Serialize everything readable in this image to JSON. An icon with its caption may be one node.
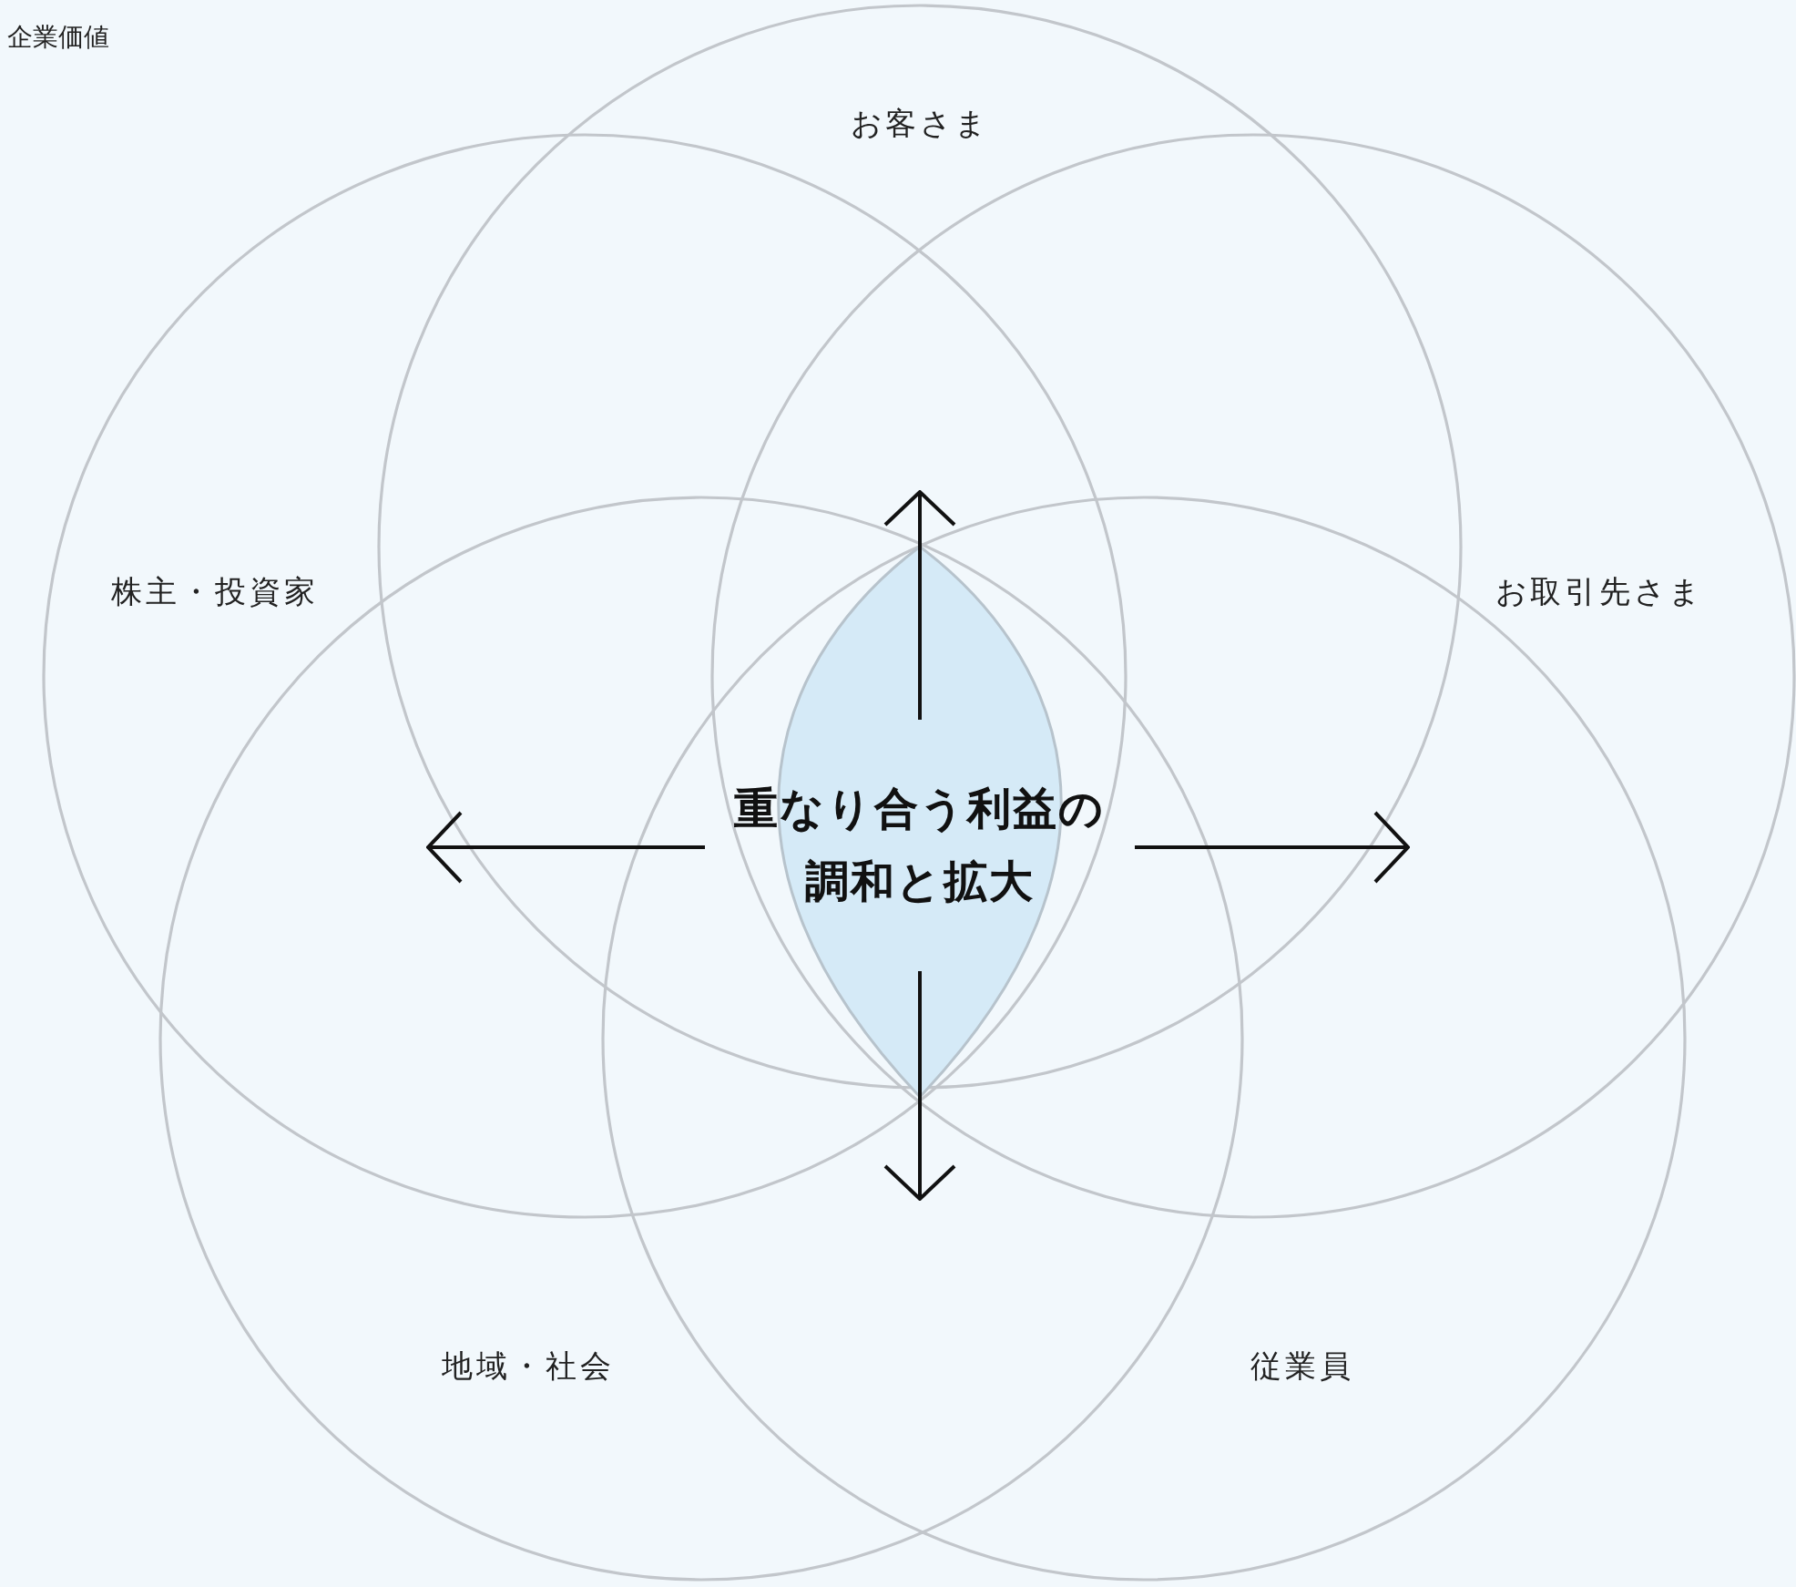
{
  "diagram": {
    "title": "企業価値",
    "nodes": [
      {
        "text": [
          "お客さま"
        ]
      },
      {
        "text": [
          "株主・投資家"
        ]
      },
      {
        "text": [
          "お取引先さま"
        ]
      },
      {
        "text": [
          "地域・社会"
        ]
      },
      {
        "text": [
          "従業員"
        ]
      },
      {
        "text": [
          "重なり合う利益の調和と拡大"
        ]
      }
    ],
    "edges": [
      {
        "from": 5,
        "to": null,
        "arrow": "to"
      },
      {
        "from": 5,
        "to": null,
        "arrow": "to"
      },
      {
        "from": 5,
        "to": null,
        "arrow": "to"
      },
      {
        "from": 5,
        "to": null,
        "arrow": "to"
      }
    ]
  }
}
